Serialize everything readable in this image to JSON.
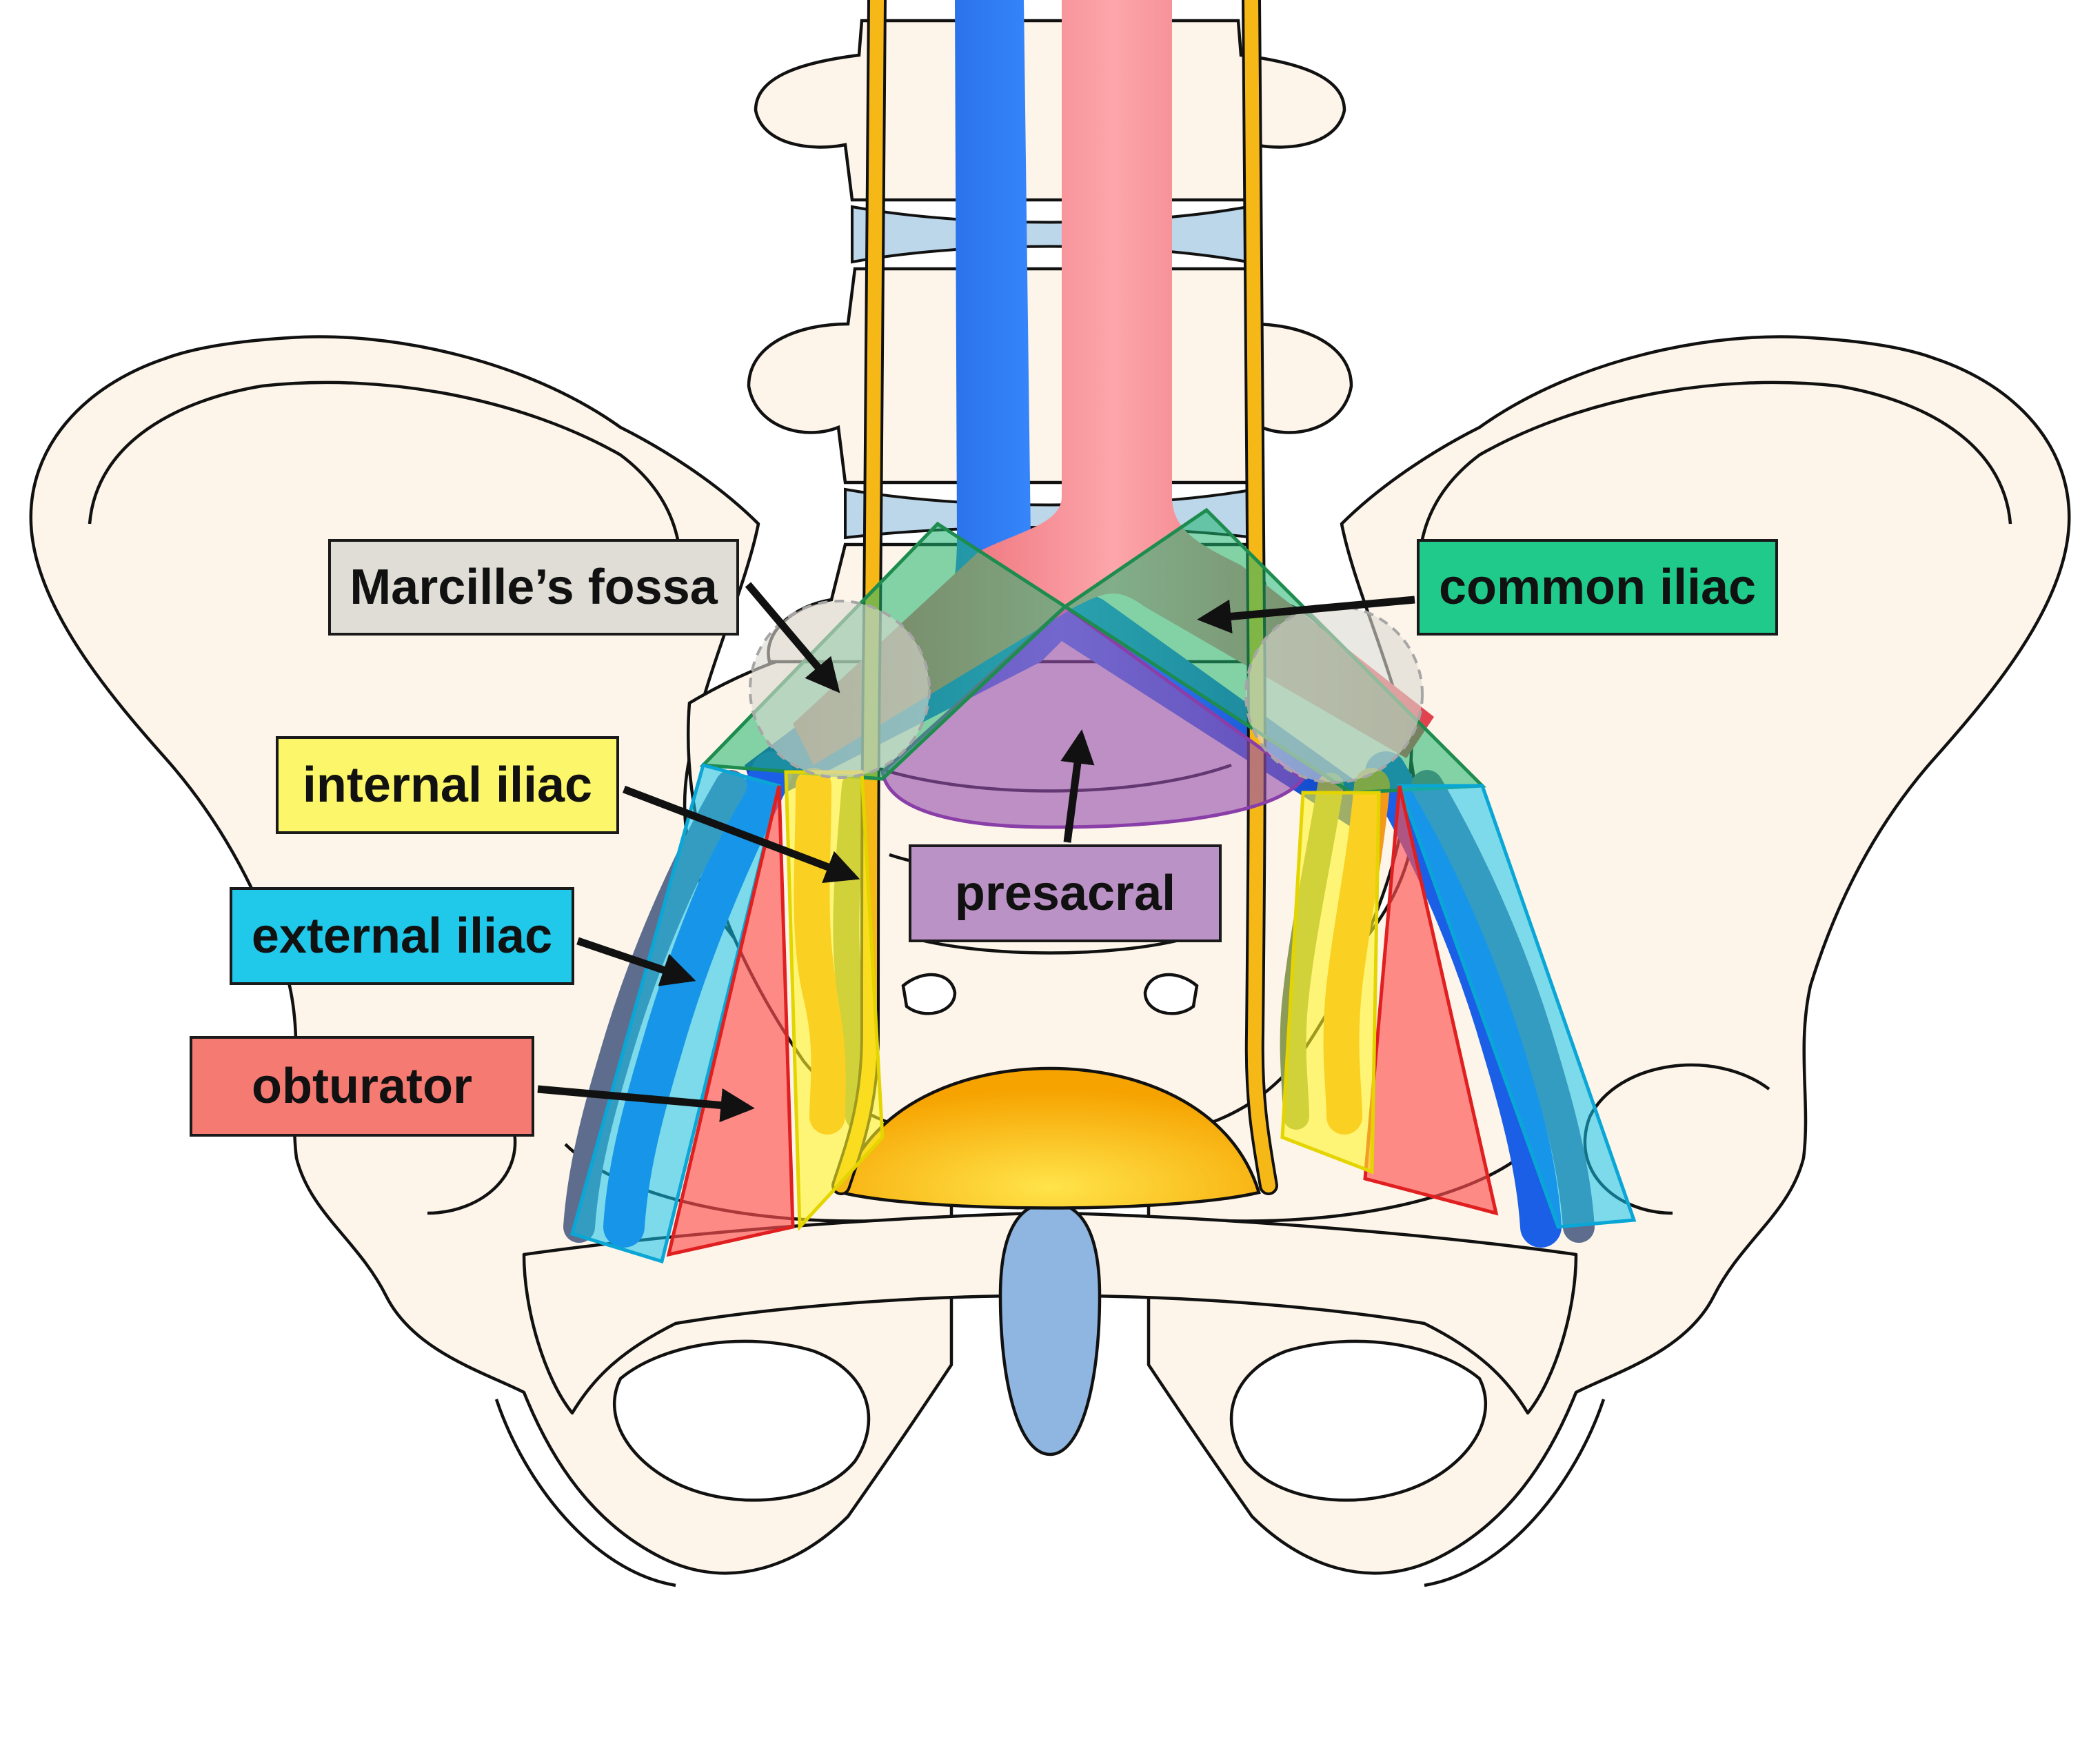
{
  "labels": {
    "marcille": {
      "text": "Marcille’s fossa",
      "color": "#e0ddd6"
    },
    "common_iliac": {
      "text": "common iliac",
      "color": "#1fca8a"
    },
    "internal_iliac": {
      "text": "internal iliac",
      "color": "#fbf66a"
    },
    "presacral": {
      "text": "presacral",
      "color": "#bb92c6"
    },
    "external_iliac": {
      "text": "external iliac",
      "color": "#20c8ea"
    },
    "obturator": {
      "text": "obturator",
      "color": "#f47a72"
    }
  },
  "colors": {
    "bone": "#fdf5ea",
    "vena_cava": "#1b5fe6",
    "aorta": "#ee5d66",
    "ureter": "#f5b816",
    "bladder": "#f9ad08",
    "symphysis": "#8fb6e0",
    "disc": "#bcd6ea"
  }
}
